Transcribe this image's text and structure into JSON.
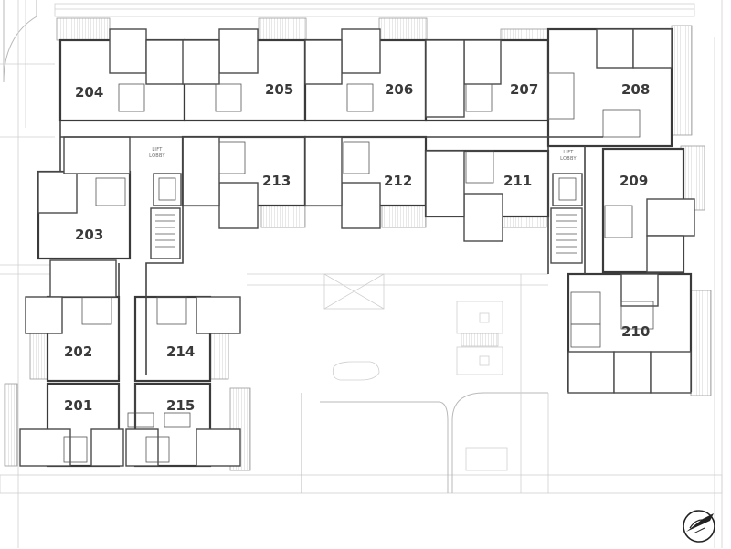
{
  "units": [
    {
      "id": "u204",
      "label": "204"
    },
    {
      "id": "u205",
      "label": "205"
    },
    {
      "id": "u206",
      "label": "206"
    },
    {
      "id": "u207",
      "label": "207"
    },
    {
      "id": "u208",
      "label": "208"
    },
    {
      "id": "u213",
      "label": "213"
    },
    {
      "id": "u212",
      "label": "212"
    },
    {
      "id": "u211",
      "label": "211"
    },
    {
      "id": "u209",
      "label": "209"
    },
    {
      "id": "u203",
      "label": "203"
    },
    {
      "id": "u202",
      "label": "202"
    },
    {
      "id": "u214",
      "label": "214"
    },
    {
      "id": "u210",
      "label": "210"
    },
    {
      "id": "u201",
      "label": "201"
    },
    {
      "id": "u215",
      "label": "215"
    }
  ],
  "lobbies": [
    {
      "line1": "LIFT",
      "line2": "LOBBY"
    },
    {
      "line1": "LIFT",
      "line2": "LOBBY"
    }
  ],
  "logo": {
    "name": "architect-logo-icon"
  }
}
